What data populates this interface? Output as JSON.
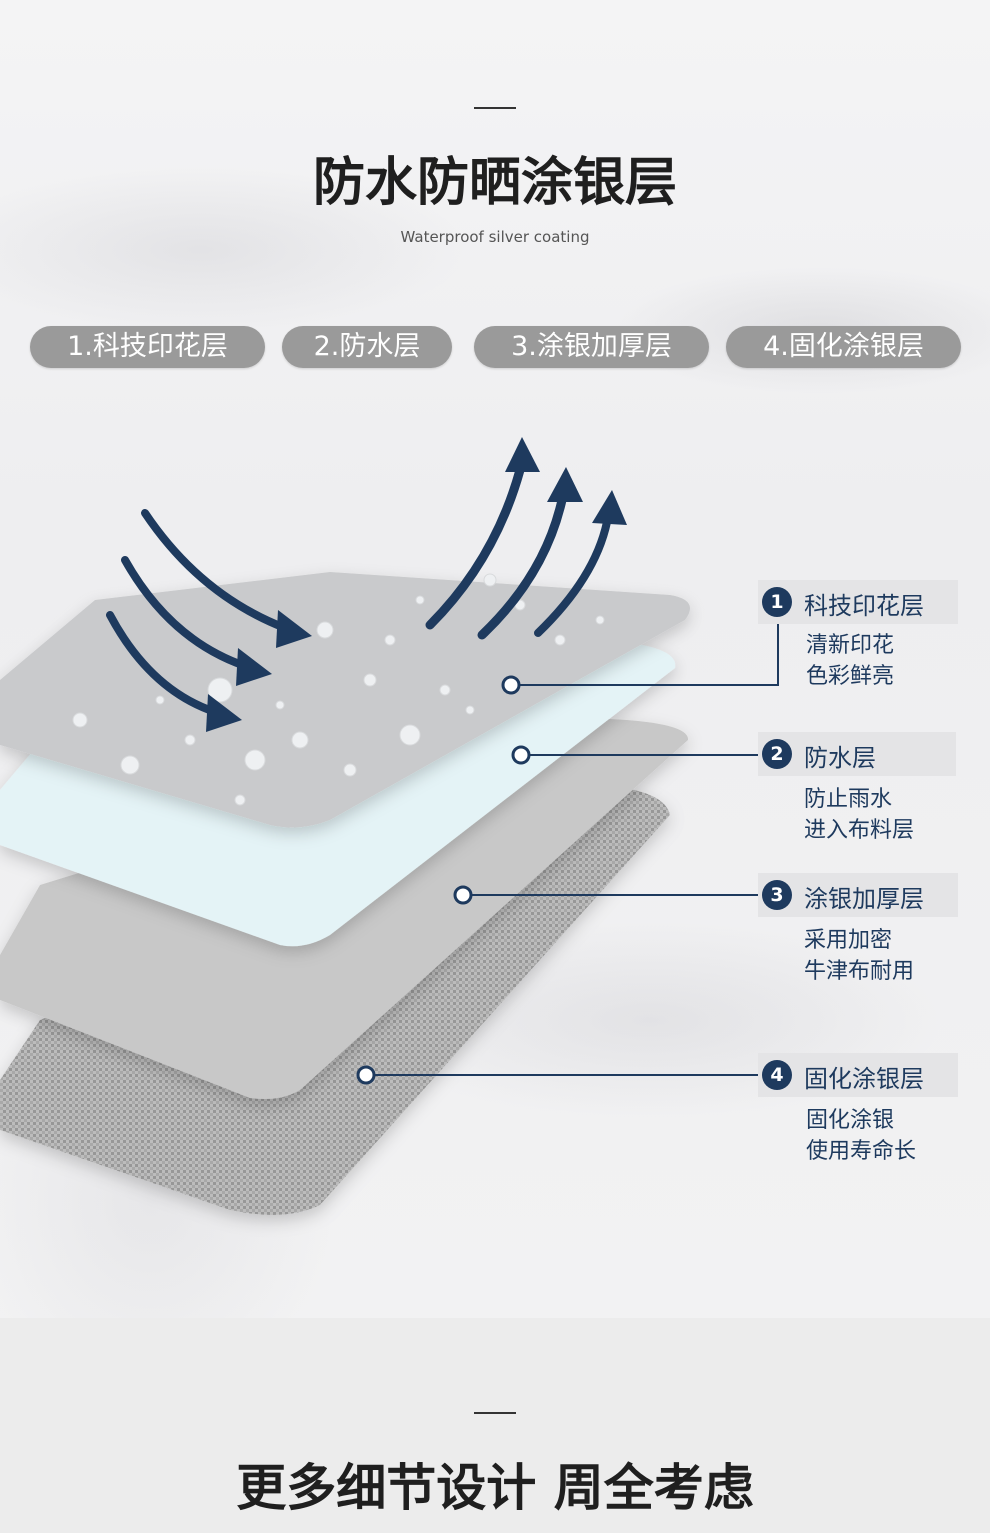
{
  "header": {
    "title": "防水防晒涂银层",
    "subtitle": "Waterproof silver coating"
  },
  "layer_pills": [
    "1.科技印花层",
    "2.防水层",
    "3.涂银加厚层",
    "4.固化涂银层"
  ],
  "layers": [
    {
      "number": "1",
      "name": "科技印花层",
      "desc1": "清新印花",
      "desc2": "色彩鲜亮"
    },
    {
      "number": "2",
      "name": "防水层",
      "desc1": "防止雨水",
      "desc2": "进入布料层"
    },
    {
      "number": "3",
      "name": "涂银加厚层",
      "desc1": "采用加密",
      "desc2": "牛津布耐用"
    },
    {
      "number": "4",
      "name": "固化涂银层",
      "desc1": "固化涂银",
      "desc2": "使用寿命长"
    }
  ],
  "footer": {
    "title": "更多细节设计 周全考虑"
  },
  "colors": {
    "navy": "#1e3a5e",
    "pill": "#9a9a9a",
    "layer_top": "#c9cacc",
    "layer_blue": "#e4f3f6",
    "layer_grey": "#c8c8c8",
    "fabric": "#a9a9a9"
  }
}
